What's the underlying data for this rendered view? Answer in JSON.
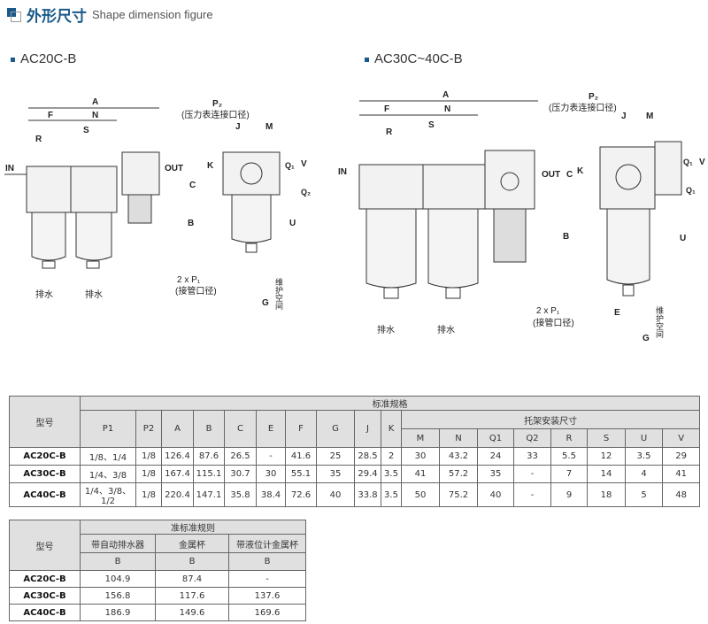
{
  "header": {
    "title_cn": "外形尺寸",
    "title_en": "Shape dimension figure"
  },
  "drawings": {
    "left": {
      "title": "AC20C-B"
    },
    "right": {
      "title": "AC30C~40C-B"
    },
    "labels": {
      "A": "A",
      "F": "F",
      "N": "N",
      "S": "S",
      "R": "R",
      "P2": "P₂",
      "P2_desc": "(压力表连接口径)",
      "IN": "IN",
      "OUT": "OUT",
      "C": "C",
      "K": "K",
      "J": "J",
      "M": "M",
      "Q1": "Q₁",
      "Q2": "Q₂",
      "V": "V",
      "B": "B",
      "U": "U",
      "E": "E",
      "G": "G",
      "G_desc": "维护空间",
      "P1": "2 x P₁",
      "P1_desc": "(接管口径)",
      "drain": "排水"
    }
  },
  "table1": {
    "model_header": "型号",
    "group_header": "标准规格",
    "bracket_header": "托架安装尺寸",
    "columns": [
      "P1",
      "P2",
      "A",
      "B",
      "C",
      "E",
      "F",
      "G",
      "J",
      "K"
    ],
    "bracket_columns": [
      "M",
      "N",
      "Q1",
      "Q2",
      "R",
      "S",
      "U",
      "V"
    ],
    "rows": [
      {
        "model": "AC20C-B",
        "values": [
          "1/8、1/4",
          "1/8",
          "126.4",
          "87.6",
          "26.5",
          "-",
          "41.6",
          "25",
          "28.5",
          "2",
          "30",
          "43.2",
          "24",
          "33",
          "5.5",
          "12",
          "3.5",
          "29"
        ]
      },
      {
        "model": "AC30C-B",
        "values": [
          "1/4、3/8",
          "1/8",
          "167.4",
          "115.1",
          "30.7",
          "30",
          "55.1",
          "35",
          "29.4",
          "3.5",
          "41",
          "57.2",
          "35",
          "-",
          "7",
          "14",
          "4",
          "41"
        ]
      },
      {
        "model": "AC40C-B",
        "values": [
          "1/4、3/8、1/2",
          "1/8",
          "220.4",
          "147.1",
          "35.8",
          "38.4",
          "72.6",
          "40",
          "33.8",
          "3.5",
          "50",
          "75.2",
          "40",
          "-",
          "9",
          "18",
          "5",
          "48"
        ]
      }
    ]
  },
  "table2": {
    "model_header": "型号",
    "group_header": "准标准规则",
    "columns": [
      "带自动排水器",
      "金属杯",
      "带液位计金属杯"
    ],
    "sub": [
      "B",
      "B",
      "B"
    ],
    "rows": [
      {
        "model": "AC20C-B",
        "values": [
          "104.9",
          "87.4",
          "-"
        ]
      },
      {
        "model": "AC30C-B",
        "values": [
          "156.8",
          "117.6",
          "137.6"
        ]
      },
      {
        "model": "AC40C-B",
        "values": [
          "186.9",
          "149.6",
          "169.6"
        ]
      }
    ]
  }
}
